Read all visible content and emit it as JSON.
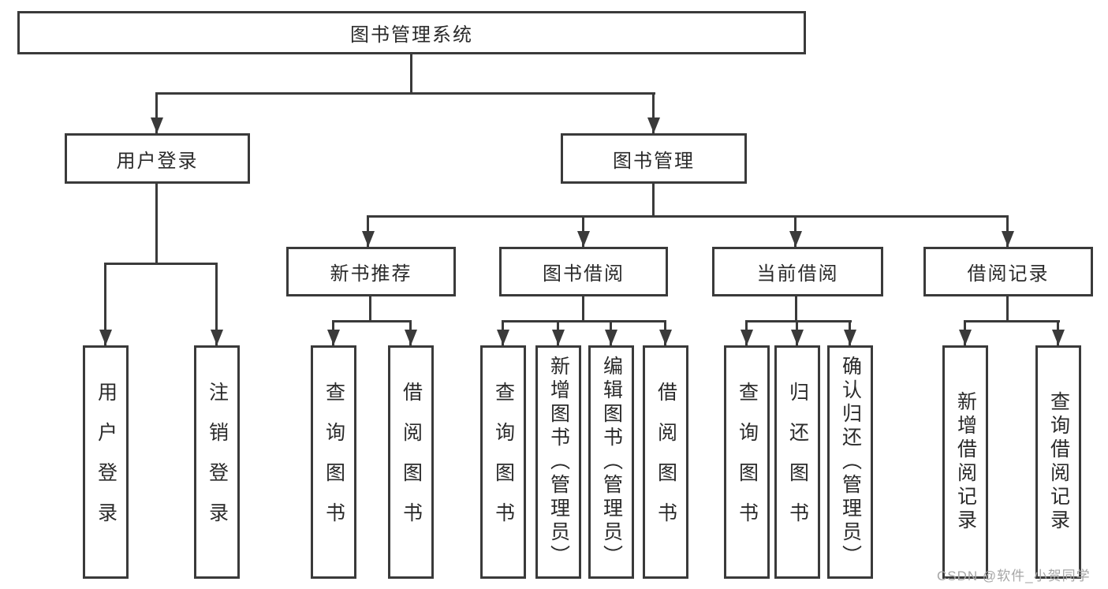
{
  "tree": {
    "root": "图书管理系统",
    "branches": [
      {
        "label": "用户登录",
        "children": [
          "用户登录",
          "注销登录"
        ]
      },
      {
        "label": "图书管理",
        "groups": [
          {
            "label": "新书推荐",
            "children": [
              "查询图书",
              "借阅图书"
            ]
          },
          {
            "label": "图书借阅",
            "children": [
              "查询图书",
              "新增图书（管理员）",
              "编辑图书（管理员）",
              "借阅图书"
            ]
          },
          {
            "label": "当前借阅",
            "children": [
              "查询图书",
              "归还图书",
              "确认归还（管理员）"
            ]
          },
          {
            "label": "借阅记录",
            "children": [
              "新增借阅记录",
              "查询借阅记录"
            ]
          }
        ]
      }
    ]
  },
  "watermark": "CSDN @软件_小贺同学",
  "colors": {
    "line": "#3a3a3a",
    "text": "#2a2a2a",
    "background": "#ffffff",
    "watermark": "#a6a6a6"
  }
}
